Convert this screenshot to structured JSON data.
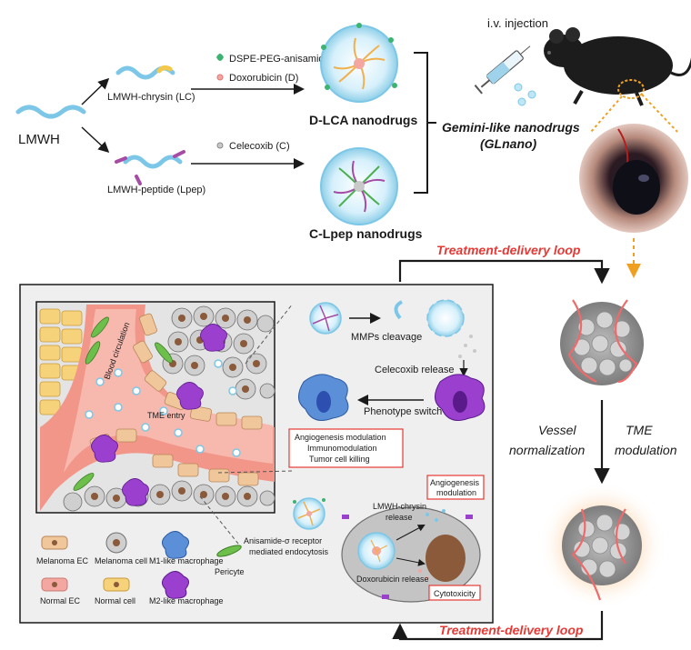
{
  "top": {
    "lmwh": "LMWH",
    "lc": "LMWH-chrysin (LC)",
    "lpep": "LMWH-peptide (Lpep)",
    "dspe": "DSPE-PEG-anisamide (A)",
    "dox": "Doxorubicin (D)",
    "celecoxib": "Celecoxib (C)",
    "dlca": "D-LCA nanodrugs",
    "clpep": "C-Lpep nanodrugs",
    "gemini_line1": "Gemini-like nanodrugs",
    "gemini_line2": "(GLnano)",
    "iv": "i.v. injection"
  },
  "loop": {
    "top_label": "Treatment-delivery loop",
    "bottom_label": "Treatment-delivery loop",
    "vessel_line1": "Vessel",
    "vessel_line2": "normalization",
    "tme_line1": "TME",
    "tme_line2": "modulation"
  },
  "panel": {
    "blood": "Blood circulation",
    "tme_entry": "TME entry",
    "mmps": "MMPs cleavage",
    "celecoxib_release": "Celecoxib release",
    "phenotype": "Phenotype switch",
    "effects": [
      "Angiogenesis modulation",
      "Immunomodulation",
      "Tumor cell killing"
    ],
    "angio_line1": "Angiogenesis",
    "angio_line2": "modulation",
    "lc_release_line1": "LMWH-chrysin",
    "lc_release_line2": "release",
    "dox_release": "Doxorubicin release",
    "cytotoxicity": "Cytotoxicity",
    "endo_line1": "Anisamide-σ receptor",
    "endo_line2": "mediated endocytosis"
  },
  "legend": {
    "melanoma_ec": "Melanoma EC",
    "melanoma_cell": "Melanoma cell",
    "m1": "M1-like macrophage",
    "pericyte": "Pericyte",
    "normal_ec": "Normal EC",
    "normal_cell": "Normal cell",
    "m2": "M2-like macrophage"
  },
  "colors": {
    "accent_red": "#e53935",
    "nanoparticle_blue": "#bfe6f5",
    "ec_tan": "#f0c79a",
    "melanoma_gray": "#bdbdbd",
    "m1_blue": "#5b8fd8",
    "m2_purple": "#9b3fcf",
    "pericyte_green": "#6bbf4a",
    "normal_ec_pink": "#f4a6a0",
    "normal_cell_yellow": "#f6d27a"
  }
}
